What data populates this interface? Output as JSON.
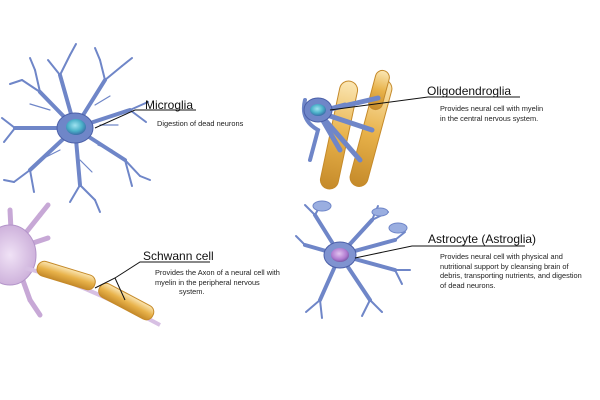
{
  "cells": {
    "microglia": {
      "name": "Microglia",
      "description": [
        "Digestion of dead neurons"
      ]
    },
    "oligodendroglia": {
      "name": "Oligodendroglia",
      "description": [
        "Provides neural cell with myelin",
        "in the central nervous system."
      ]
    },
    "schwann": {
      "name": "Schwann cell",
      "description": [
        "Provides the Axon of a neural cell with",
        "myelin in the peripheral nervous",
        "system."
      ]
    },
    "astrocyte": {
      "name": "Astrocyte (Astroglia)",
      "description": [
        "Provides neural cell with physical and",
        "nutritional support by cleansing brain of",
        "debris, transporting nutrients, and digestion",
        "of dead neurons."
      ]
    }
  },
  "colors": {
    "cell_blue": "#6f86c8",
    "cell_blue_dark": "#4b5fa8",
    "nucleus_teal": "#4ab0c8",
    "nucleus_violet": "#b07ad0",
    "myelin_gold": "#e8b24a",
    "myelin_light": "#f4d89a",
    "neuron_purple": "#b394c9"
  },
  "icons": [
    "microglia-illustration",
    "oligodendroglia-illustration",
    "schwann-cell-illustration",
    "astrocyte-illustration"
  ]
}
